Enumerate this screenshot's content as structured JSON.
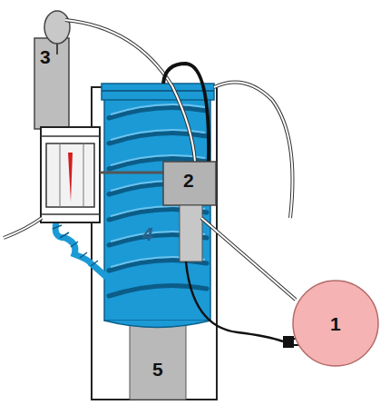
{
  "diagram": {
    "labels": [
      "3",
      "2",
      "4",
      "1",
      "5"
    ]
  }
}
